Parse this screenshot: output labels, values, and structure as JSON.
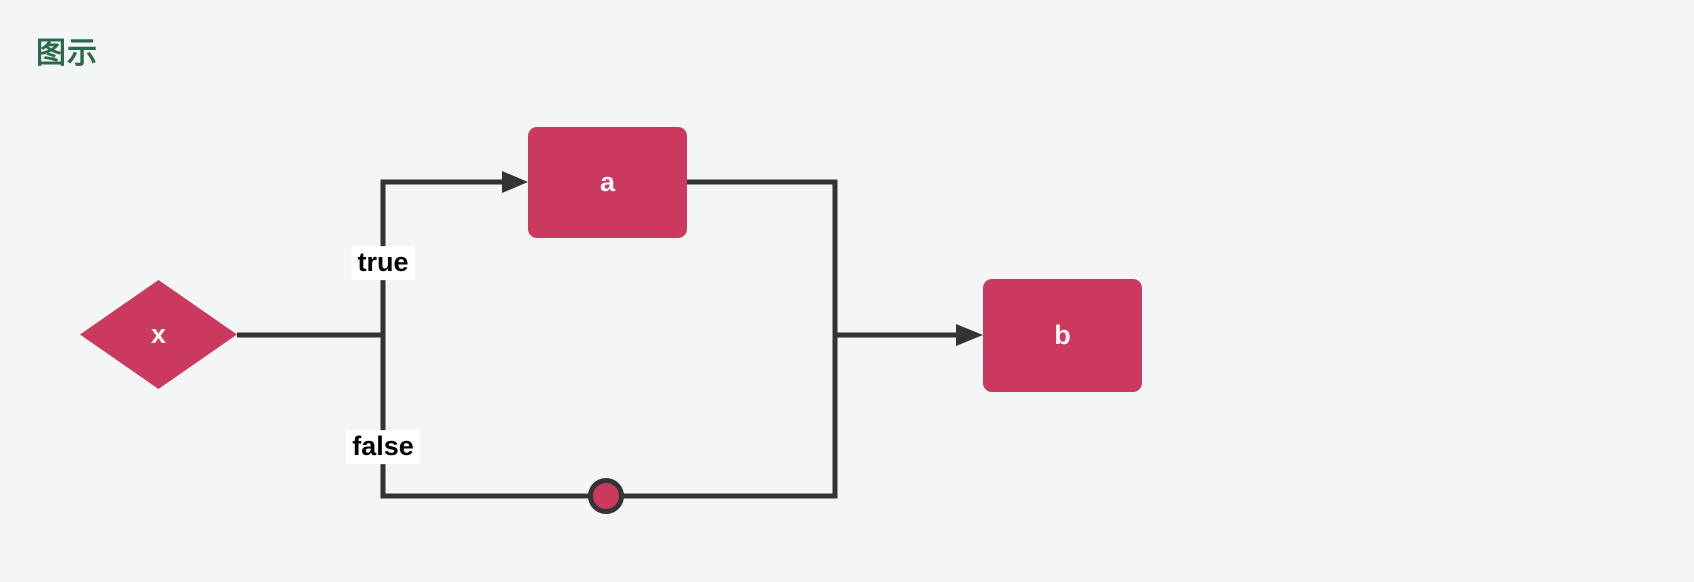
{
  "page": {
    "title": "图示"
  },
  "colors": {
    "background": "#f4f5f6",
    "title_text": "#2d6a4c",
    "node_fill": "#cb3a5e",
    "node_text": "#f7f7f7",
    "edge_line": "#333333",
    "edge_label_bg": "#ffffff",
    "edge_label_text": "#000000"
  },
  "diagram": {
    "type": "flowchart",
    "direction": "left-to-right",
    "nodes": [
      {
        "id": "x",
        "label": "x",
        "shape": "diamond"
      },
      {
        "id": "a",
        "label": "a",
        "shape": "rectangle"
      },
      {
        "id": "b",
        "label": "b",
        "shape": "rectangle"
      },
      {
        "id": "junction",
        "label": "",
        "shape": "circle"
      }
    ],
    "edges": [
      {
        "from": "x",
        "to": "a",
        "label": "true"
      },
      {
        "from": "x",
        "to": "junction",
        "label": "false"
      },
      {
        "from": "a",
        "to": "b",
        "label": ""
      },
      {
        "from": "junction",
        "to": "b",
        "label": ""
      }
    ]
  }
}
